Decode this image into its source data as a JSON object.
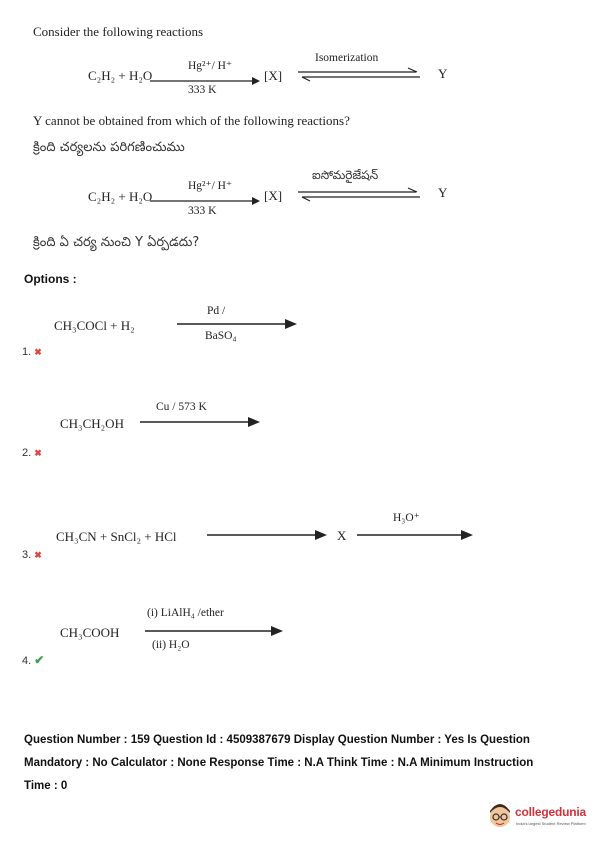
{
  "question": {
    "intro_en": "Consider the following reactions",
    "reaction": {
      "reactants": "C₂H₂ + H₂O",
      "reagent_top": "Hg²⁺/ H⁺",
      "reagent_bottom": "333 K",
      "intermediate": "[X]",
      "isomerization_en": "Isomerization",
      "isomerization_te": "ఐసోమరైజేషన్",
      "product": "Y"
    },
    "prompt_en": "Y cannot be obtained from which of the following reactions?",
    "intro_te": "క్రింది చర్యలను పరిగణించుము",
    "prompt_te": "క్రింది ఏ చర్య నుంచి Y ఏర్పడదు?"
  },
  "options_label": "Options :",
  "options": [
    {
      "number": "1.",
      "status": "wrong",
      "reactant": "CH₃COCl + H₂",
      "above": "Pd /",
      "below": "BaSO₄"
    },
    {
      "number": "2.",
      "status": "wrong",
      "reactant": "CH₃CH₂OH",
      "above": "Cu / 573 K",
      "below": ""
    },
    {
      "number": "3.",
      "status": "wrong",
      "reactant": "CH₃CN + SnCl₂ + HCl",
      "intermediate": "X",
      "above2": "H₃O⁺"
    },
    {
      "number": "4.",
      "status": "correct",
      "reactant": "CH₃COOH",
      "above": "(i) LiAlH₄ /ether",
      "below": "(ii) H₂O"
    }
  ],
  "marks": {
    "wrong": "✖",
    "correct": "✔"
  },
  "metadata": {
    "line1": "Question Number : 159 Question Id : 4509387679 Display Question Number : Yes Is Question",
    "line2": "Mandatory : No Calculator : None Response Time : N.A Think Time : N.A Minimum Instruction",
    "line3": "Time : 0"
  },
  "logo": {
    "text": "collegedunia",
    "tagline": "India's largest Student Review Platform"
  },
  "colors": {
    "wrong": "#e0463c",
    "correct": "#3aa04a",
    "logo": "#d6303a"
  }
}
